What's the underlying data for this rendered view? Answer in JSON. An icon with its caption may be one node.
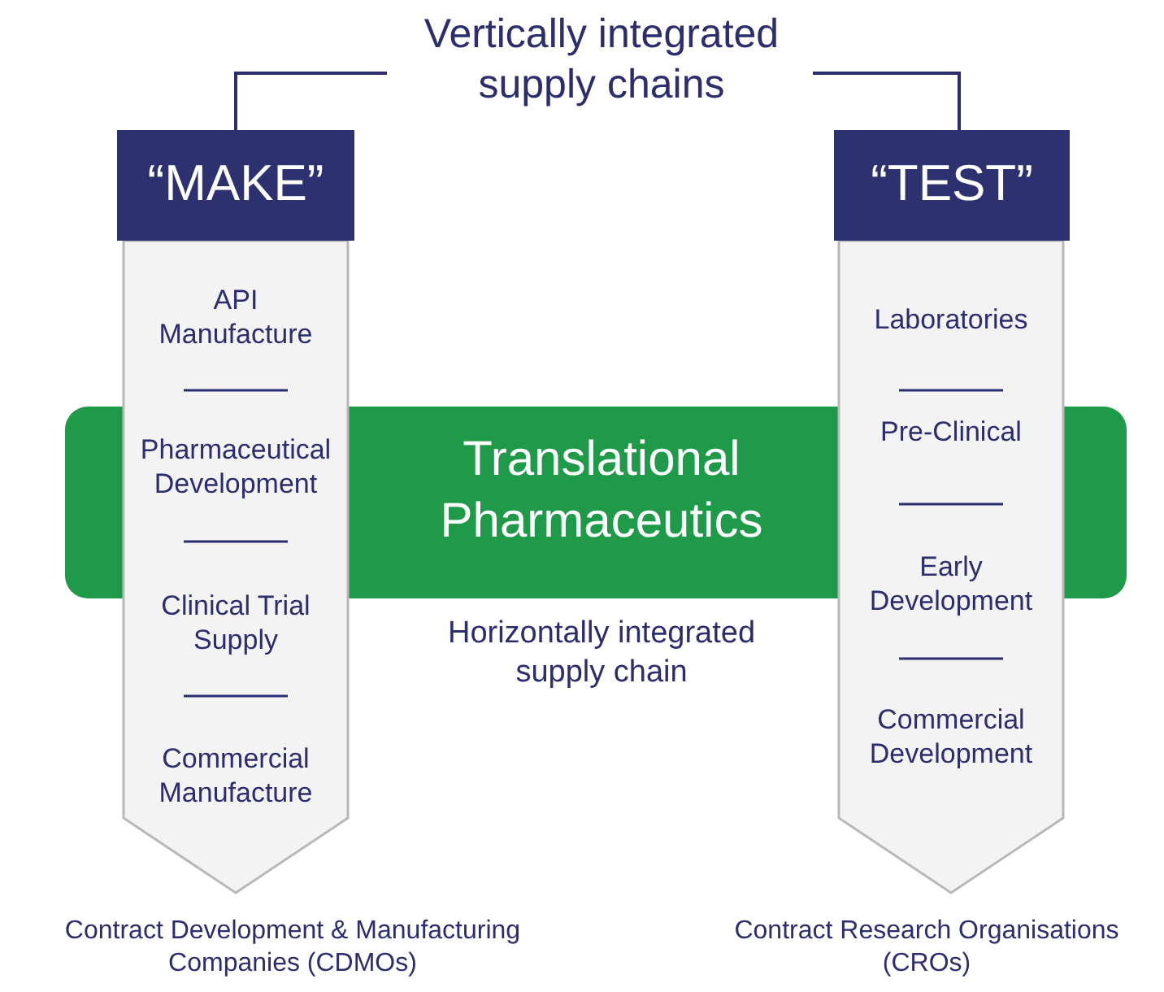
{
  "diagram": {
    "title": "Vertically integrated supply chains",
    "nodes": [
      {
        "text": [
          "Translational Pharmaceutics"
        ],
        "beside": [
          "Horizontally integrated supply chain"
        ]
      },
      {
        "text": [
          "“MAKE”"
        ]
      },
      {
        "text": [
          "API Manufacture",
          "Pharmaceutical Development",
          "Clinical Trial Supply",
          "Commercial Manufacture"
        ],
        "beside": [
          "Contract Development & Manufacturing Companies (CDMOs)"
        ]
      },
      {
        "text": [
          "“TEST”"
        ]
      },
      {
        "text": [
          "Laboratories",
          "Pre-Clinical",
          "Early Development",
          "Commercial Development"
        ],
        "beside": [
          "Contract Research Organisations (CROs)"
        ]
      }
    ]
  }
}
